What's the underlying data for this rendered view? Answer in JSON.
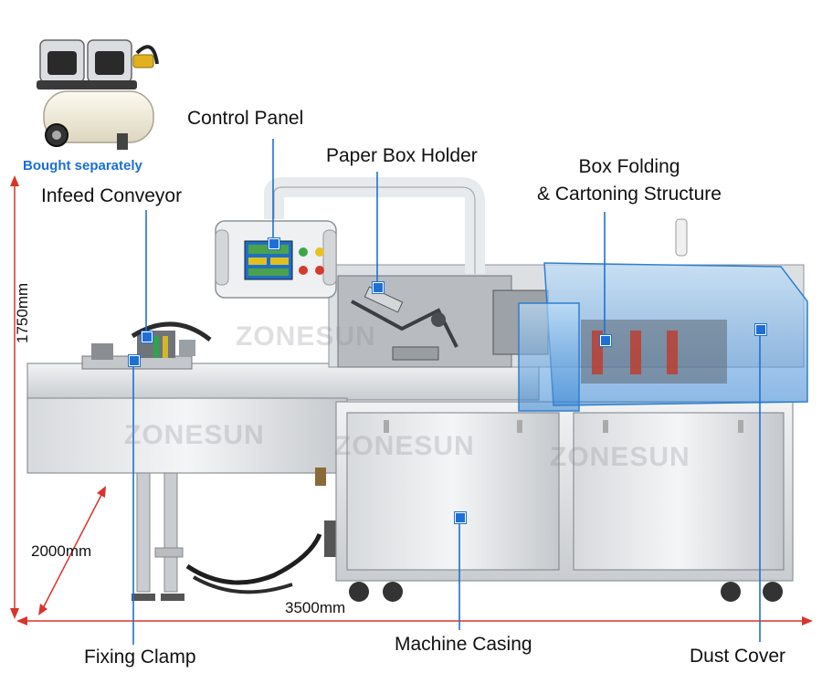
{
  "note": {
    "compressor": "Bought separately"
  },
  "callouts": {
    "control_panel": "Control Panel",
    "paper_box_holder": "Paper Box Holder",
    "box_folding_line1": "Box Folding",
    "box_folding_line2": "& Cartoning Structure",
    "infeed_conveyor": "Infeed Conveyor",
    "fixing_clamp": "Fixing Clamp",
    "machine_casing": "Machine Casing",
    "dust_cover": "Dust Cover"
  },
  "dimensions": {
    "height": "1750mm",
    "depth": "2000mm",
    "length": "3500mm"
  },
  "watermarks": [
    "ZONESUN",
    "ZONESUN",
    "ZONESUN",
    "ZONESUN"
  ],
  "colors": {
    "marker": "#1e70d6",
    "leader": "#1e70d6",
    "dimension_line": "#d9342b",
    "note": "#1b6fd6",
    "dust_cover": "#4a9fe6"
  }
}
